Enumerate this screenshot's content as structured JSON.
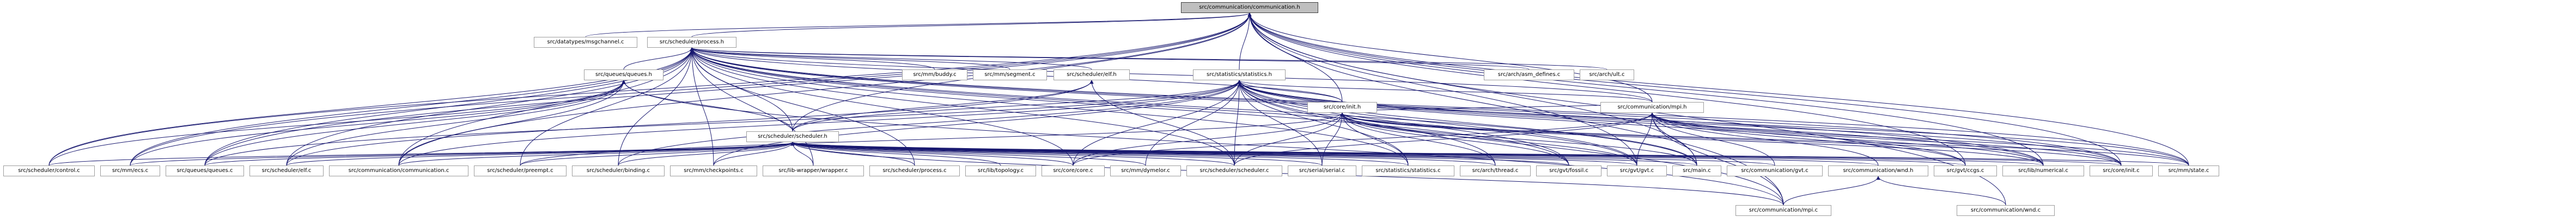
{
  "colors": {
    "edge": "#191970",
    "root_fill": "#bfbfbf",
    "node_border": "#9e9e9e"
  },
  "nodes": {
    "comm_h": "src/communication/communication.h",
    "datatypes_h": "src/datatypes/msgchannel.c",
    "process_h": "src/scheduler/process.h",
    "queues_h": "src/queues/queues.h",
    "mm_buddy": "src/mm/buddy.c",
    "mm_segment": "src/mm/segment.c",
    "elf_h": "src/scheduler/elf.h",
    "statistics_h": "src/statistics/statistics.h",
    "asm_defines": "src/arch/asm_defines.c",
    "arch_ult": "src/arch/ult.c",
    "core_init_h": "src/core/init.h",
    "mpi_h": "src/communication/mpi.h",
    "scheduler_h": "src/scheduler/scheduler.h",
    "sched_control": "src/scheduler/control.c",
    "mm_ecs": "src/mm/ecs.c",
    "queues_c": "src/queues/queues.c",
    "sched_elf": "src/scheduler/elf.c",
    "comm_c": "src/communication/communication.c",
    "sched_preempt": "src/scheduler/preempt.c",
    "sched_binding": "src/scheduler/binding.c",
    "mm_checkpoints": "src/mm/checkpoints.c",
    "lib_wrapper": "src/lib-wrapper/wrapper.c",
    "sched_process": "src/scheduler/process.c",
    "lib_topology": "src/lib/topology.c",
    "core_core": "src/core/core.c",
    "mm_dymelor": "src/mm/dymelor.c",
    "sched_scheduler": "src/scheduler/scheduler.c",
    "serial": "src/serial/serial.c",
    "stats_c": "src/statistics/statistics.c",
    "arch_thread": "src/arch/thread.c",
    "gvt_fossil": "src/gvt/fossil.c",
    "gvt_gvt": "src/gvt/gvt.c",
    "main": "src/main.c",
    "comm_gvt": "src/communication/gvt.c",
    "wnd_h": "src/communication/wnd.h",
    "gvt_ccgs": "src/gvt/ccgs.c",
    "lib_numerical": "src/lib/numerical.c",
    "core_init_c": "src/core/init.c",
    "mm_state": "src/mm/state.c",
    "comm_mpi": "src/communication/mpi.c",
    "comm_wnd": "src/communication/wnd.c"
  },
  "edges": [
    [
      "datatypes_h",
      "comm_h"
    ],
    [
      "process_h",
      "comm_h"
    ],
    [
      "statistics_h",
      "comm_h"
    ],
    [
      "core_init_h",
      "comm_h"
    ],
    [
      "mpi_h",
      "comm_h"
    ],
    [
      "scheduler_h",
      "comm_h"
    ],
    [
      "sched_control",
      "comm_h"
    ],
    [
      "mm_ecs",
      "comm_h"
    ],
    [
      "queues_c",
      "comm_h"
    ],
    [
      "comm_c",
      "comm_h"
    ],
    [
      "main",
      "comm_h"
    ],
    [
      "gvt_gvt",
      "comm_h"
    ],
    [
      "gvt_ccgs",
      "comm_h"
    ],
    [
      "lib_numerical",
      "comm_h"
    ],
    [
      "core_init_c",
      "comm_h"
    ],
    [
      "mm_state",
      "comm_h"
    ],
    [
      "comm_mpi",
      "comm_h"
    ],
    [
      "comm_wnd",
      "comm_h"
    ],
    [
      "queues_h",
      "process_h"
    ],
    [
      "mm_buddy",
      "process_h"
    ],
    [
      "mm_segment",
      "process_h"
    ],
    [
      "elf_h",
      "process_h"
    ],
    [
      "asm_defines",
      "process_h"
    ],
    [
      "arch_ult",
      "process_h"
    ],
    [
      "scheduler_h",
      "process_h"
    ],
    [
      "core_init_h",
      "process_h"
    ],
    [
      "mpi_h",
      "process_h"
    ],
    [
      "sched_control",
      "process_h"
    ],
    [
      "mm_ecs",
      "process_h"
    ],
    [
      "queues_c",
      "process_h"
    ],
    [
      "sched_elf",
      "process_h"
    ],
    [
      "comm_c",
      "process_h"
    ],
    [
      "sched_preempt",
      "process_h"
    ],
    [
      "sched_binding",
      "process_h"
    ],
    [
      "mm_checkpoints",
      "process_h"
    ],
    [
      "lib_wrapper",
      "process_h"
    ],
    [
      "sched_process",
      "process_h"
    ],
    [
      "core_core",
      "process_h"
    ],
    [
      "sched_scheduler",
      "process_h"
    ],
    [
      "stats_c",
      "process_h"
    ],
    [
      "gvt_fossil",
      "process_h"
    ],
    [
      "gvt_gvt",
      "process_h"
    ],
    [
      "main",
      "process_h"
    ],
    [
      "lib_numerical",
      "process_h"
    ],
    [
      "core_init_c",
      "process_h"
    ],
    [
      "mm_state",
      "process_h"
    ],
    [
      "scheduler_h",
      "queues_h"
    ],
    [
      "sched_control",
      "queues_h"
    ],
    [
      "mm_ecs",
      "queues_h"
    ],
    [
      "queues_c",
      "queues_h"
    ],
    [
      "sched_elf",
      "queues_h"
    ],
    [
      "comm_c",
      "queues_h"
    ],
    [
      "comm_mpi",
      "queues_h"
    ],
    [
      "scheduler_h",
      "elf_h"
    ],
    [
      "sched_elf",
      "elf_h"
    ],
    [
      "sched_scheduler",
      "elf_h"
    ],
    [
      "scheduler_h",
      "statistics_h"
    ],
    [
      "core_init_h",
      "statistics_h"
    ],
    [
      "mpi_h",
      "statistics_h"
    ],
    [
      "queues_c",
      "statistics_h"
    ],
    [
      "comm_c",
      "statistics_h"
    ],
    [
      "sched_binding",
      "statistics_h"
    ],
    [
      "mm_checkpoints",
      "statistics_h"
    ],
    [
      "core_core",
      "statistics_h"
    ],
    [
      "mm_dymelor",
      "statistics_h"
    ],
    [
      "sched_scheduler",
      "statistics_h"
    ],
    [
      "serial",
      "statistics_h"
    ],
    [
      "stats_c",
      "statistics_h"
    ],
    [
      "arch_thread",
      "statistics_h"
    ],
    [
      "gvt_fossil",
      "statistics_h"
    ],
    [
      "gvt_gvt",
      "statistics_h"
    ],
    [
      "main",
      "statistics_h"
    ],
    [
      "comm_mpi",
      "statistics_h"
    ],
    [
      "gvt_ccgs",
      "statistics_h"
    ],
    [
      "lib_numerical",
      "statistics_h"
    ],
    [
      "core_init_c",
      "statistics_h"
    ],
    [
      "mm_state",
      "statistics_h"
    ],
    [
      "mpi_h",
      "core_init_h"
    ],
    [
      "sched_preempt",
      "core_init_h"
    ],
    [
      "core_core",
      "core_init_h"
    ],
    [
      "sched_scheduler",
      "core_init_h"
    ],
    [
      "serial",
      "core_init_h"
    ],
    [
      "stats_c",
      "core_init_h"
    ],
    [
      "arch_thread",
      "core_init_h"
    ],
    [
      "gvt_fossil",
      "core_init_h"
    ],
    [
      "gvt_gvt",
      "core_init_h"
    ],
    [
      "main",
      "core_init_h"
    ],
    [
      "core_init_c",
      "core_init_h"
    ],
    [
      "lib_numerical",
      "core_init_h"
    ],
    [
      "mm_state",
      "core_init_h"
    ],
    [
      "main",
      "mpi_h"
    ],
    [
      "comm_gvt",
      "mpi_h"
    ],
    [
      "wnd_h",
      "mpi_h"
    ],
    [
      "gvt_ccgs",
      "mpi_h"
    ],
    [
      "lib_numerical",
      "mpi_h"
    ],
    [
      "core_init_c",
      "mpi_h"
    ],
    [
      "mm_state",
      "mpi_h"
    ],
    [
      "comm_mpi",
      "mpi_h"
    ],
    [
      "sched_scheduler",
      "mpi_h"
    ],
    [
      "gvt_gvt",
      "mpi_h"
    ],
    [
      "core_core",
      "mpi_h"
    ],
    [
      "comm_mpi",
      "wnd_h"
    ],
    [
      "comm_wnd",
      "wnd_h"
    ],
    [
      "sched_control",
      "scheduler_h"
    ],
    [
      "mm_ecs",
      "scheduler_h"
    ],
    [
      "queues_c",
      "scheduler_h"
    ],
    [
      "sched_elf",
      "scheduler_h"
    ],
    [
      "comm_c",
      "scheduler_h"
    ],
    [
      "sched_preempt",
      "scheduler_h"
    ],
    [
      "sched_binding",
      "scheduler_h"
    ],
    [
      "mm_checkpoints",
      "scheduler_h"
    ],
    [
      "lib_wrapper",
      "scheduler_h"
    ],
    [
      "sched_process",
      "scheduler_h"
    ],
    [
      "lib_topology",
      "scheduler_h"
    ],
    [
      "core_core",
      "scheduler_h"
    ],
    [
      "mm_dymelor",
      "scheduler_h"
    ],
    [
      "sched_scheduler",
      "scheduler_h"
    ],
    [
      "serial",
      "scheduler_h"
    ],
    [
      "stats_c",
      "scheduler_h"
    ],
    [
      "arch_thread",
      "scheduler_h"
    ],
    [
      "gvt_fossil",
      "scheduler_h"
    ],
    [
      "gvt_gvt",
      "scheduler_h"
    ],
    [
      "main",
      "scheduler_h"
    ],
    [
      "comm_gvt",
      "scheduler_h"
    ],
    [
      "wnd_h",
      "scheduler_h"
    ],
    [
      "gvt_ccgs",
      "scheduler_h"
    ],
    [
      "lib_numerical",
      "scheduler_h"
    ],
    [
      "core_init_c",
      "scheduler_h"
    ],
    [
      "mm_state",
      "scheduler_h"
    ],
    [
      "comm_mpi",
      "scheduler_h"
    ]
  ]
}
